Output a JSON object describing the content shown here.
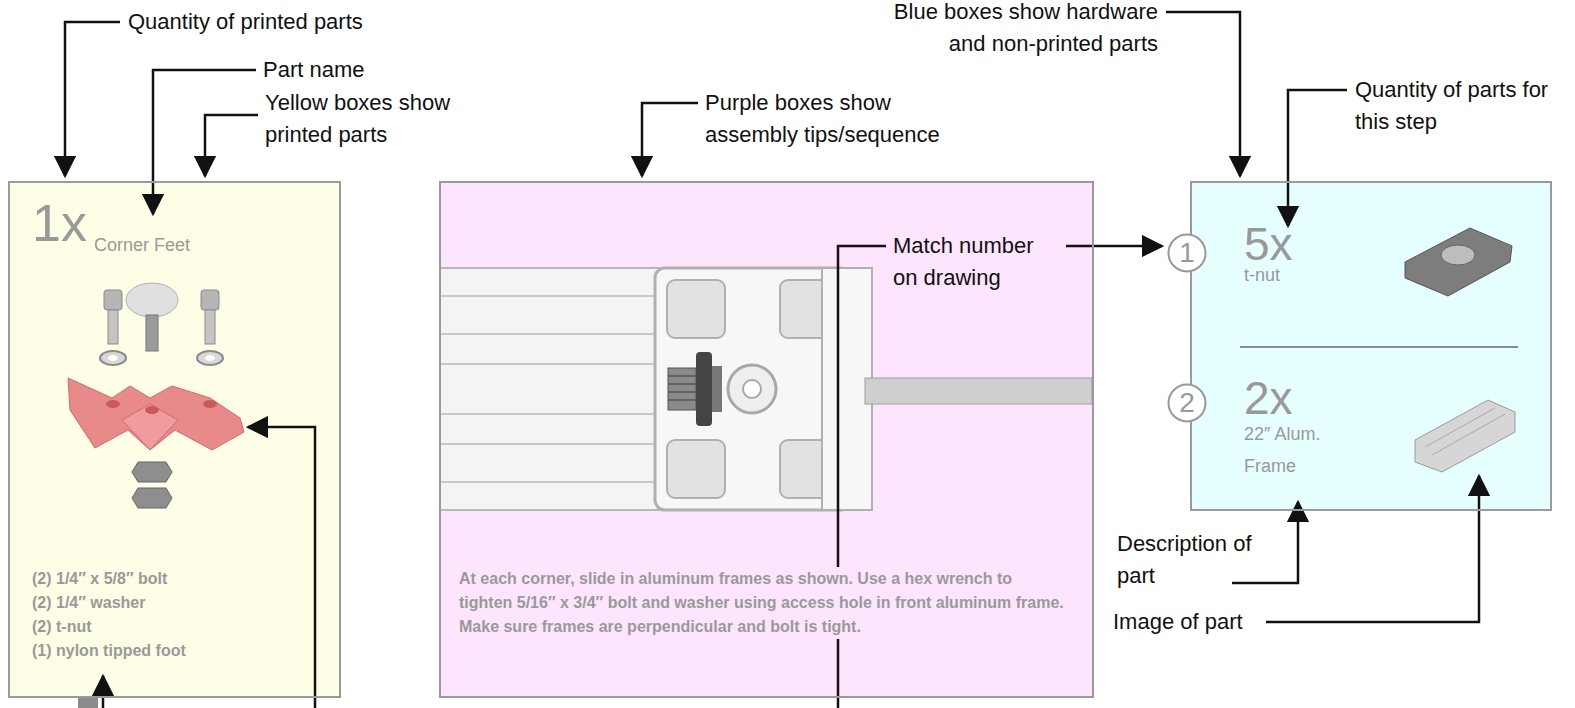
{
  "diagram": {
    "nodes": [
      {
        "text": [
          "1x",
          "Corner Feet",
          "(2) 1/4″ x 5/8″ bolt",
          "(2) 1/4″ washer",
          "(2) t-nut",
          "(1) nylon tipped foot"
        ]
      },
      {
        "text": [
          "At each corner, slide in aluminum frames as shown. Use a hex wrench to tighten 5/16″ x 3/4″ bolt and washer using access hole in front aluminum frame. Make sure frames are perpendicular and bolt is tight."
        ]
      },
      {
        "text": [
          "1"
        ]
      },
      {
        "text": [
          "2"
        ]
      },
      {
        "text": [
          "5x",
          "t-nut",
          "2x",
          "22″ Alum. Frame"
        ]
      }
    ],
    "labels": [
      "Quantity of printed parts",
      "Part name",
      "Yellow boxes show printed parts",
      "Purple boxes show assembly tips/sequence",
      "Blue boxes show hardware and non-printed parts",
      "Quantity of parts for this step",
      "Match number on drawing",
      "Description of part",
      "Image of part"
    ]
  }
}
